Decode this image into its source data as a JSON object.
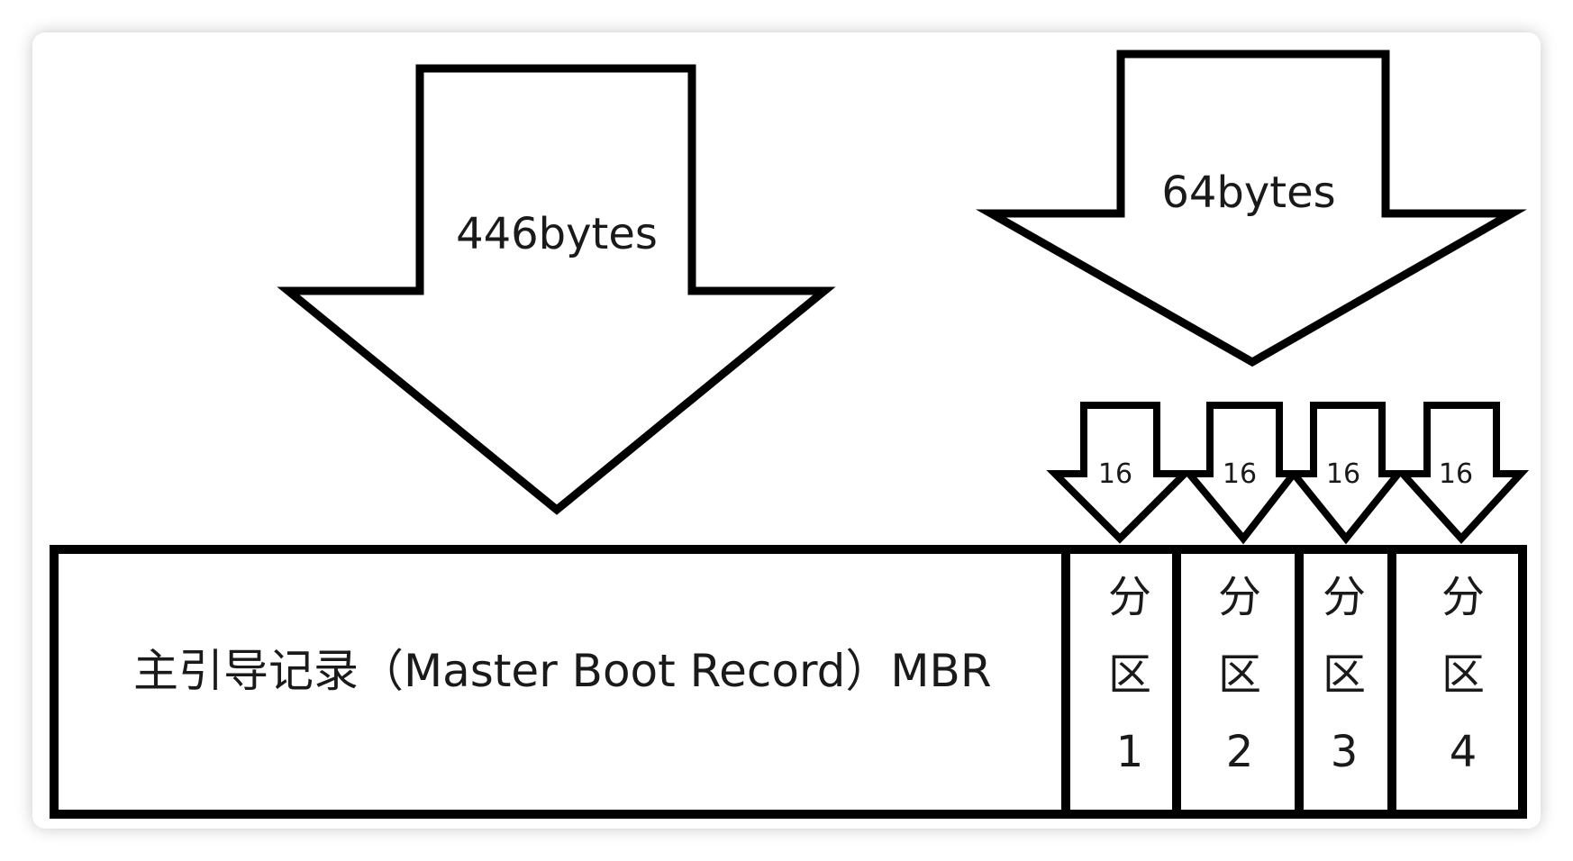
{
  "diagram": {
    "mbr_label": "主引导记录（Master Boot Record）MBR",
    "arrow_446_label": "446bytes",
    "arrow_64_label": "64bytes",
    "small_arrows": [
      {
        "label": "16"
      },
      {
        "label": "16"
      },
      {
        "label": "16"
      },
      {
        "label": "16"
      }
    ],
    "partitions": [
      {
        "line1": "分",
        "line2": "区",
        "line3": "1"
      },
      {
        "line1": "分",
        "line2": "区",
        "line3": "2"
      },
      {
        "line1": "分",
        "line2": "区",
        "line3": "3"
      },
      {
        "line1": "分",
        "line2": "区",
        "line3": "4"
      }
    ]
  }
}
